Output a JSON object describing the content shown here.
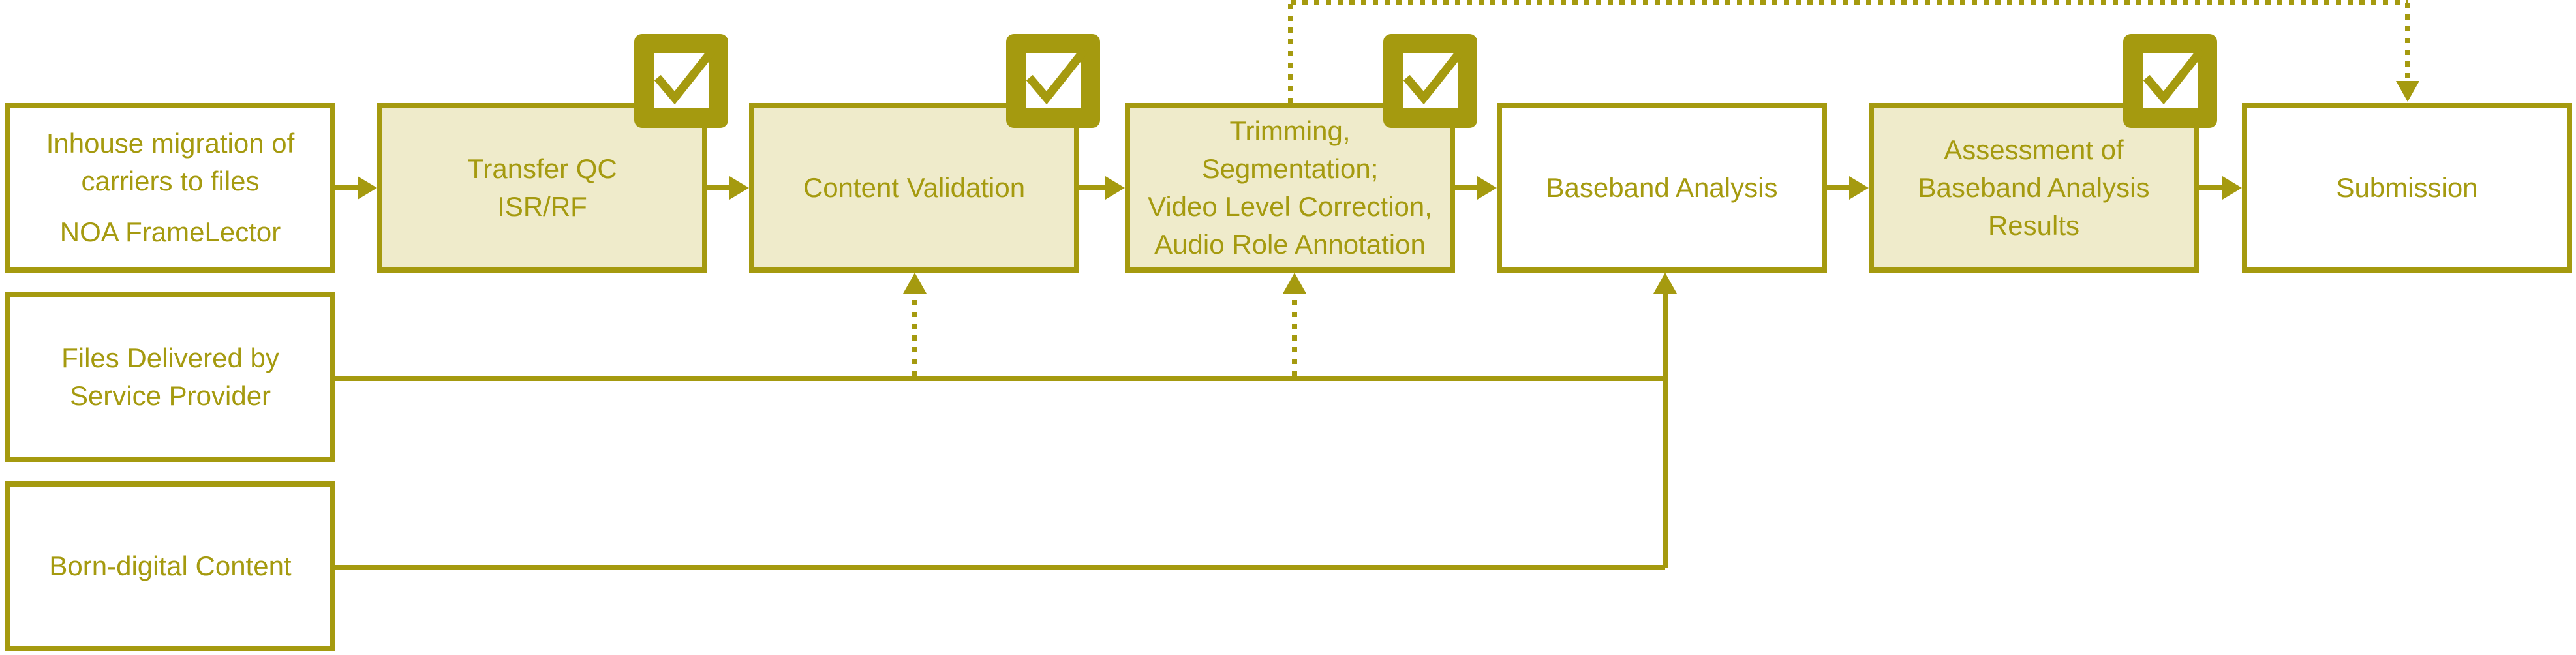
{
  "diagram": {
    "colors": {
      "stroke": "#a59a0f",
      "done_fill": "#efebcb",
      "plain_fill": "#ffffff",
      "text": "#a59a0f"
    },
    "sources": [
      {
        "id": "inhouse",
        "lines": [
          "Inhouse migration of",
          "carriers to files",
          "NOA FrameLector"
        ]
      },
      {
        "id": "delivered",
        "lines": [
          "Files Delivered by",
          "Service Provider"
        ]
      },
      {
        "id": "born",
        "lines": [
          "Born-digital Content"
        ]
      }
    ],
    "steps": [
      {
        "id": "transfer",
        "lines": [
          "Transfer QC",
          "ISR/RF"
        ],
        "completed": true
      },
      {
        "id": "validation",
        "lines": [
          "Content Validation"
        ],
        "completed": true
      },
      {
        "id": "trimming",
        "lines": [
          "Trimming,",
          "Segmentation;",
          "Video Level Correction,",
          "Audio Role Annotation"
        ],
        "completed": true
      },
      {
        "id": "baseband",
        "lines": [
          "Baseband Analysis"
        ],
        "completed": false
      },
      {
        "id": "assessment",
        "lines": [
          "Assessment of",
          "Baseband Analysis",
          "Results"
        ],
        "completed": true
      },
      {
        "id": "submission",
        "lines": [
          "Submission"
        ],
        "completed": false
      }
    ],
    "badge_icon": "checkmark-icon"
  }
}
